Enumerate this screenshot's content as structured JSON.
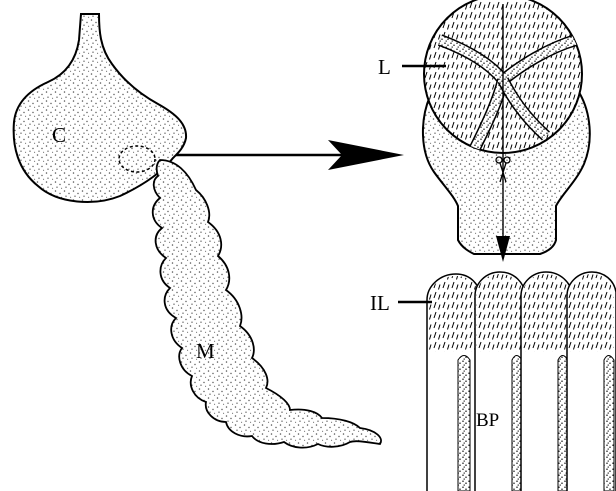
{
  "labels": {
    "crop": "C",
    "midgut": "M",
    "lid": "L",
    "intima_lobes": "IL",
    "basal_parts": "BP"
  },
  "colors": {
    "ink": "#000000",
    "stipple": "#555555",
    "paper": "#ffffff"
  },
  "icons": {
    "scissors": "scissors-icon"
  }
}
